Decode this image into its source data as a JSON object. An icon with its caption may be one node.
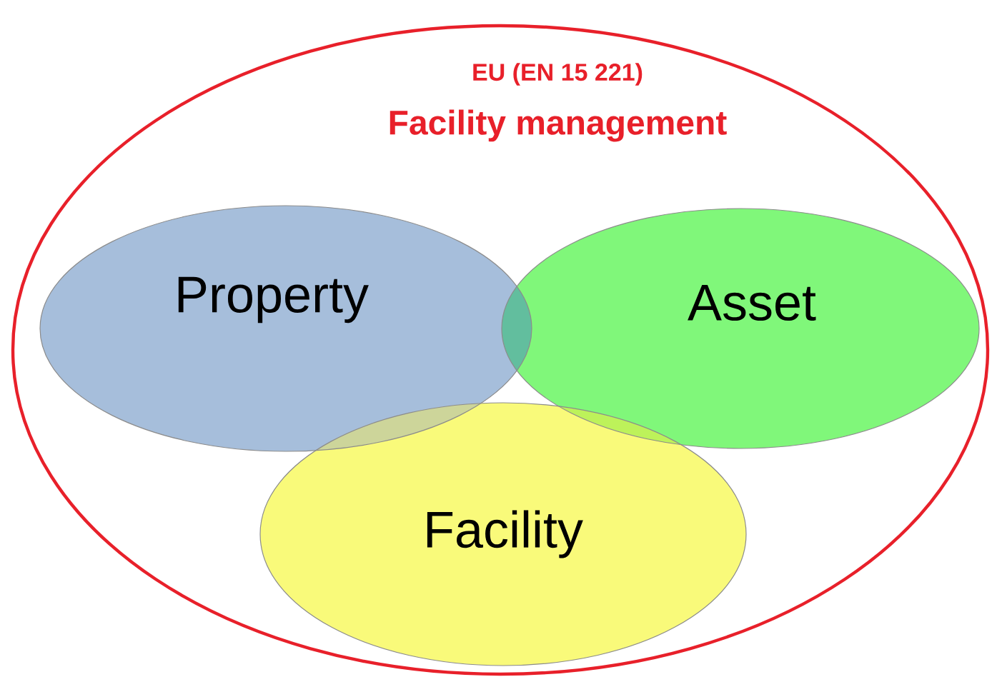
{
  "diagram": {
    "nodes": [
      {
        "text": [
          "EU (EN 15 221)",
          "Facility management"
        ]
      },
      {
        "text": [
          "Property"
        ],
        "in": 0
      },
      {
        "text": [
          "Asset"
        ],
        "in": 0
      },
      {
        "text": [
          "Facility"
        ],
        "in": 0
      }
    ]
  }
}
